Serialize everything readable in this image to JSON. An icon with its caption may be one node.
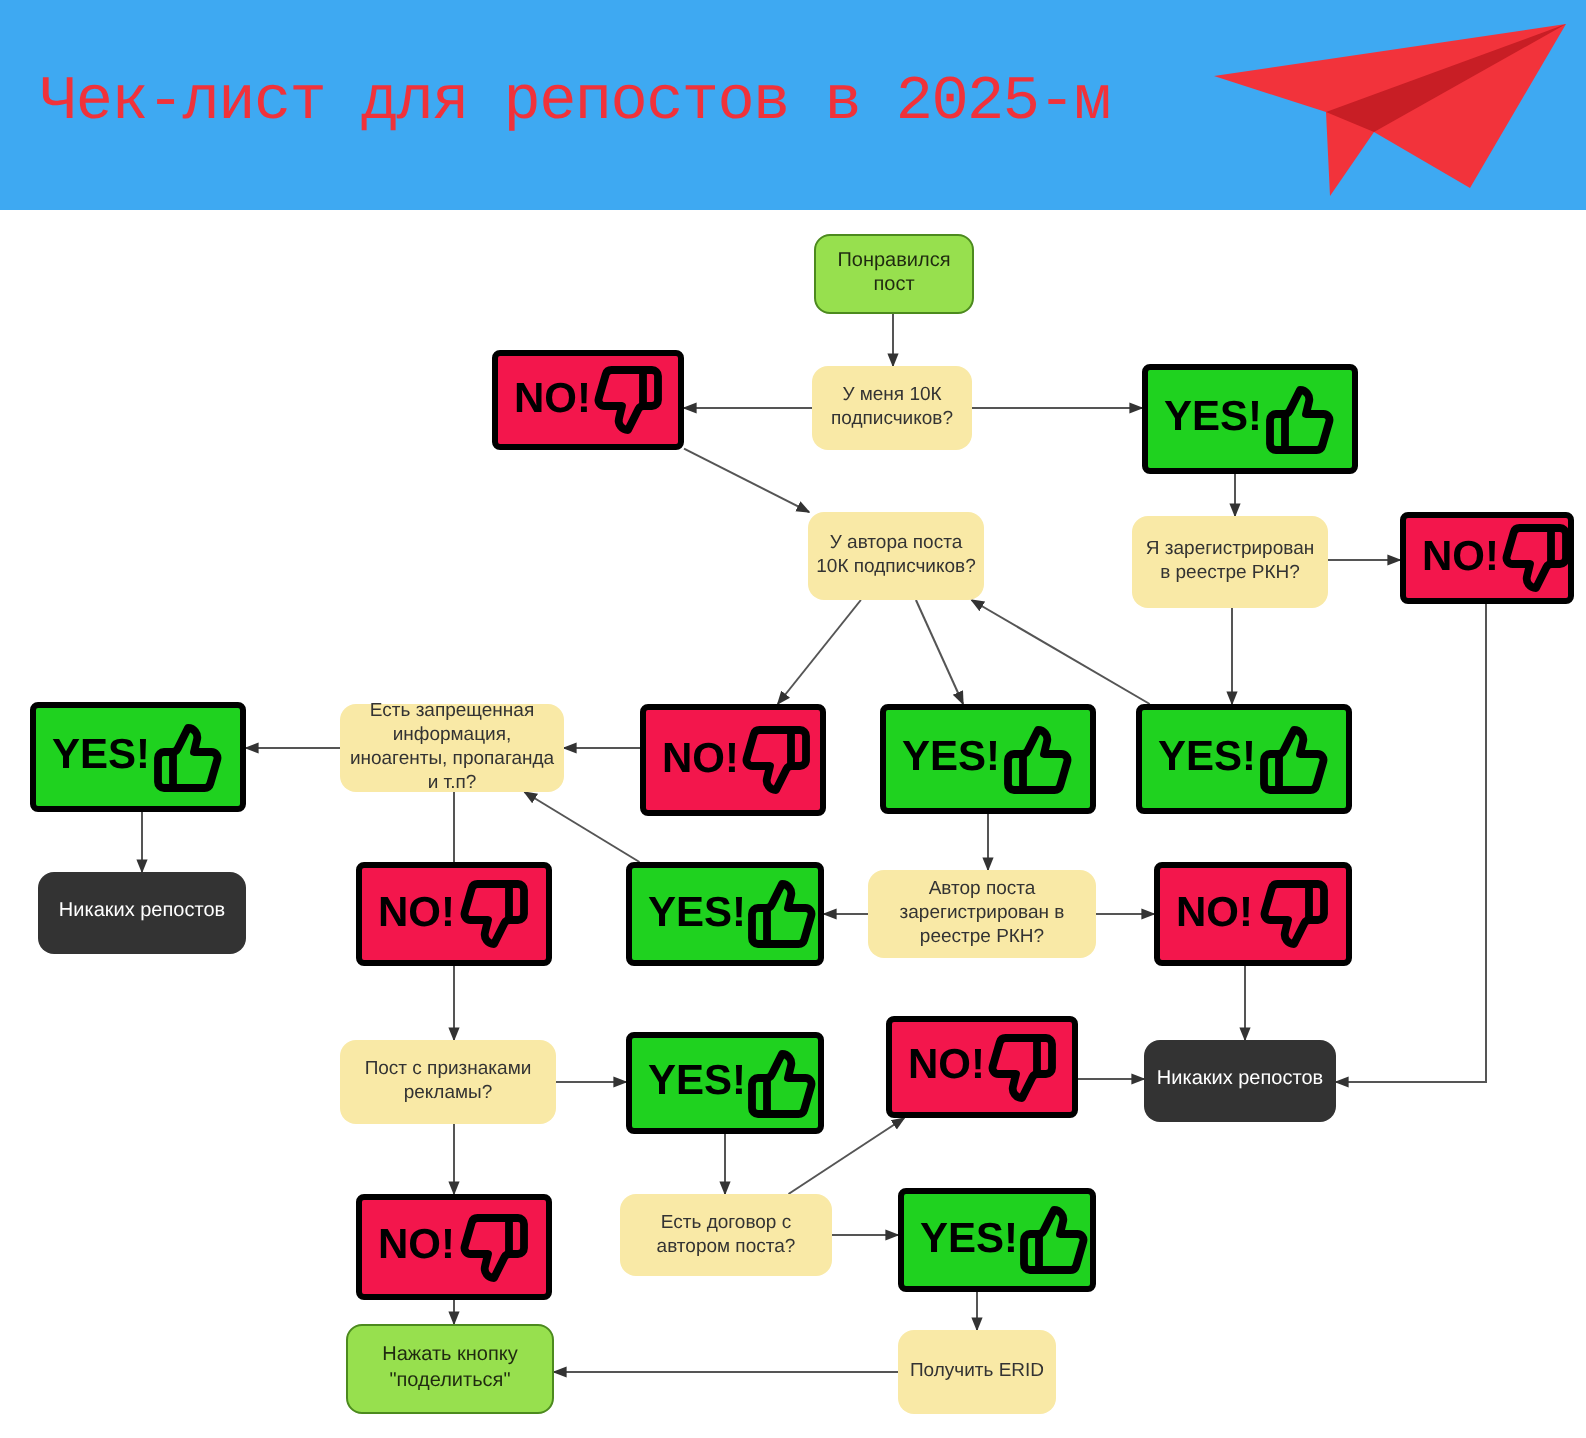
{
  "diagram": {
    "title": "Чек-лист для репостов в 2025-м",
    "nodes": [
      {
        "text": [
          "Понравился пост"
        ]
      },
      {
        "text": [
          "У меня 10К подписчиков?"
        ]
      },
      {
        "text": [
          "NO!"
        ]
      },
      {
        "text": [
          "YES!"
        ]
      },
      {
        "text": [
          "У автора поста 10К подписчиков?"
        ]
      },
      {
        "text": [
          "Я зарегистрирован в реестре РКН?"
        ]
      },
      {
        "text": [
          "NO!"
        ]
      },
      {
        "text": [
          "Есть запрещенная информация, иноагенты, пропаганда и т.п?"
        ]
      },
      {
        "text": [
          "NO!"
        ]
      },
      {
        "text": [
          "YES!"
        ]
      },
      {
        "text": [
          "YES!"
        ]
      },
      {
        "text": [
          "YES!"
        ]
      },
      {
        "text": [
          "Никаких репостов"
        ]
      },
      {
        "text": [
          "NO!"
        ]
      },
      {
        "text": [
          "YES!"
        ]
      },
      {
        "text": [
          "Автор поста зарегистрирован в реестре РКН?"
        ]
      },
      {
        "text": [
          "NO!"
        ]
      },
      {
        "text": [
          "NO!"
        ]
      },
      {
        "text": [
          "Пост с признаками рекламы?"
        ]
      },
      {
        "text": [
          "YES!"
        ]
      },
      {
        "text": [
          "Никаких репостов"
        ]
      },
      {
        "text": [
          "NO!"
        ]
      },
      {
        "text": [
          "Есть договор с автором поста?"
        ]
      },
      {
        "text": [
          "YES!"
        ]
      },
      {
        "text": [
          "Нажать кнопку \"поделиться\""
        ]
      },
      {
        "text": [
          "Получить ERID"
        ]
      }
    ],
    "edges": [
      {
        "from": 0,
        "to": 1,
        "arrow": "to"
      },
      {
        "from": 1,
        "to": 2,
        "arrow": "to"
      },
      {
        "from": 1,
        "to": 3,
        "arrow": "to"
      },
      {
        "from": 2,
        "to": 4,
        "arrow": "to"
      },
      {
        "from": 3,
        "to": 5,
        "arrow": "to"
      },
      {
        "from": 5,
        "to": 6,
        "arrow": "to"
      },
      {
        "from": 5,
        "to": 10,
        "arrow": "to"
      },
      {
        "from": 10,
        "to": 4,
        "arrow": "to"
      },
      {
        "from": 4,
        "to": 8,
        "arrow": "to"
      },
      {
        "from": 4,
        "to": 9,
        "arrow": "to"
      },
      {
        "from": 6,
        "to": 20,
        "arrow": "to"
      },
      {
        "from": 8,
        "to": 7,
        "arrow": "to"
      },
      {
        "from": 7,
        "to": 11,
        "arrow": "to"
      },
      {
        "from": 11,
        "to": 12,
        "arrow": "to"
      },
      {
        "from": 7,
        "to": 13,
        "arrow": "none"
      },
      {
        "from": 14,
        "to": 7,
        "arrow": "to"
      },
      {
        "from": 9,
        "to": 15,
        "arrow": "to"
      },
      {
        "from": 15,
        "to": 14,
        "arrow": "to"
      },
      {
        "from": 15,
        "to": 16,
        "arrow": "to"
      },
      {
        "from": 16,
        "to": 20,
        "arrow": "to"
      },
      {
        "from": 13,
        "to": 18,
        "arrow": "to"
      },
      {
        "from": 18,
        "to": 19,
        "arrow": "to"
      },
      {
        "from": 18,
        "to": 21,
        "arrow": "to"
      },
      {
        "from": 19,
        "to": 22,
        "arrow": "to"
      },
      {
        "from": 22,
        "to": 17,
        "arrow": "to"
      },
      {
        "from": 17,
        "to": 20,
        "arrow": "to"
      },
      {
        "from": 22,
        "to": 23,
        "arrow": "to"
      },
      {
        "from": 23,
        "to": 25,
        "arrow": "to"
      },
      {
        "from": 21,
        "to": 24,
        "arrow": "to"
      },
      {
        "from": 25,
        "to": 24,
        "arrow": "to"
      }
    ]
  }
}
